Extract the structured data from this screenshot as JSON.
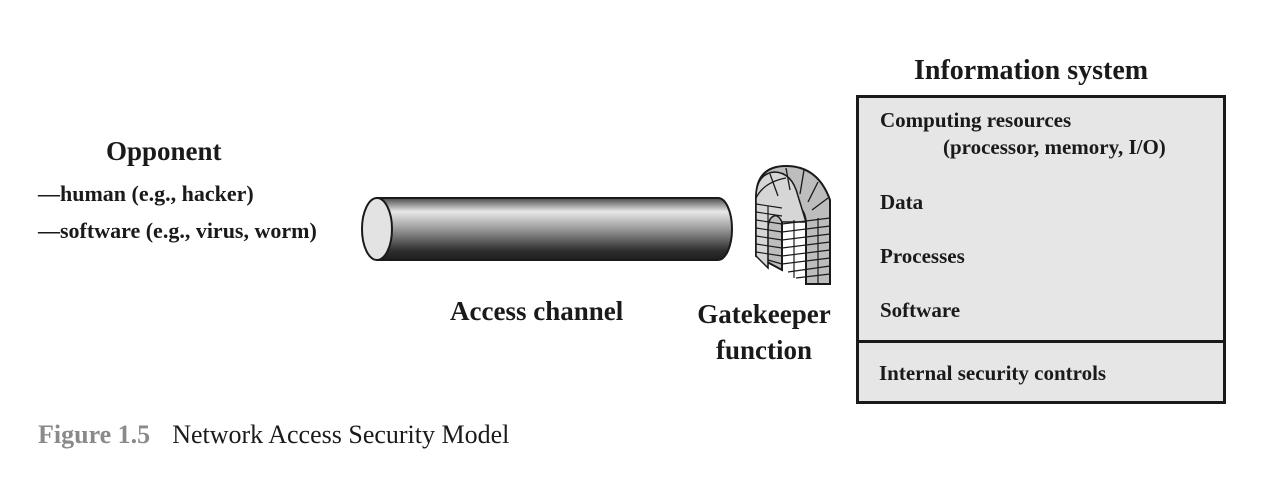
{
  "opponent": {
    "title": "Opponent",
    "items": [
      "—human (e.g., hacker)",
      "—software (e.g., virus, worm)"
    ]
  },
  "access_channel": {
    "label": "Access channel"
  },
  "gatekeeper": {
    "label": "Gatekeeper function"
  },
  "information_system": {
    "title": "Information system",
    "items": [
      {
        "label": "Computing resources",
        "sub": "(processor, memory, I/O)"
      },
      {
        "label": "Data"
      },
      {
        "label": "Processes"
      },
      {
        "label": "Software"
      }
    ],
    "controls": "Internal security controls",
    "box_fill": "#e6e6e6"
  },
  "caption": {
    "number": "Figure 1.5",
    "title": "Network Access Security Model"
  }
}
